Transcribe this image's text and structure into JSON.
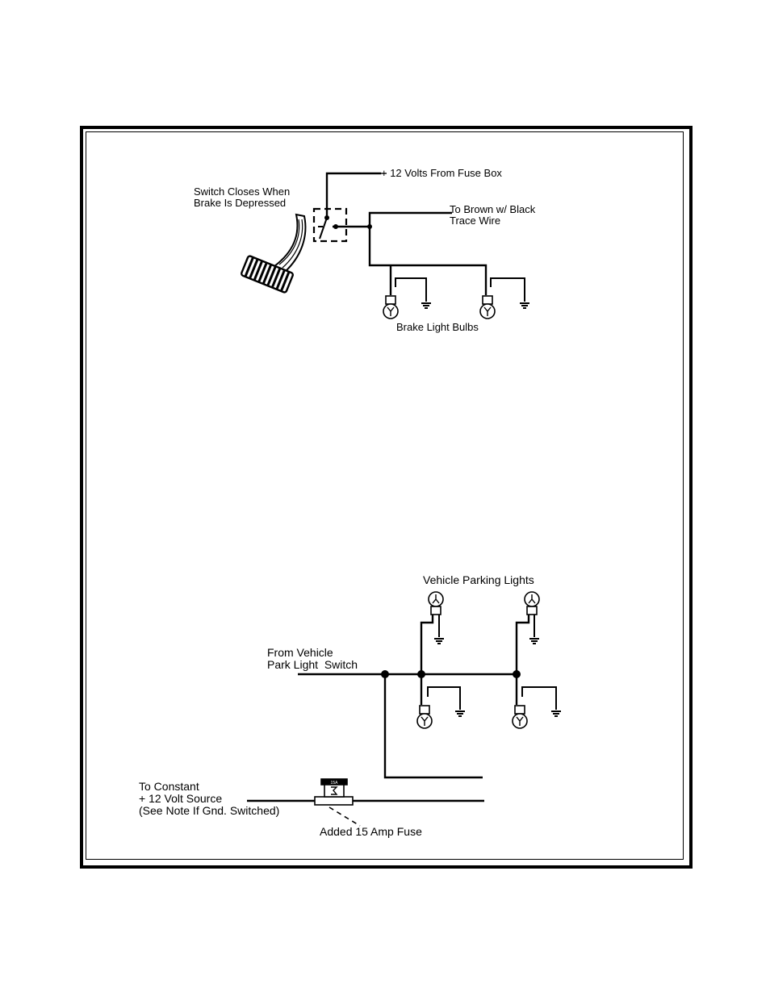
{
  "brake_diagram": {
    "fuse_box_label": "+ 12 Volts From Fuse Box",
    "switch_label_line1": "Switch Closes When",
    "switch_label_line2": "Brake Is Depressed",
    "wire_label_line1": "To Brown w/ Black",
    "wire_label_line2": "Trace Wire",
    "bulbs_label": "Brake Light Bulbs"
  },
  "parking_diagram": {
    "parking_lights_label": "Vehicle Parking Lights",
    "switch_label_line1": "From Vehicle",
    "switch_label_line2": "Park Light  Switch",
    "source_label_line1": "To Constant",
    "source_label_line2": "+ 12 Volt Source",
    "source_label_line3": "(See Note If Gnd. Switched)",
    "fuse_label": "Added 15 Amp Fuse",
    "fuse_value": "15A"
  }
}
